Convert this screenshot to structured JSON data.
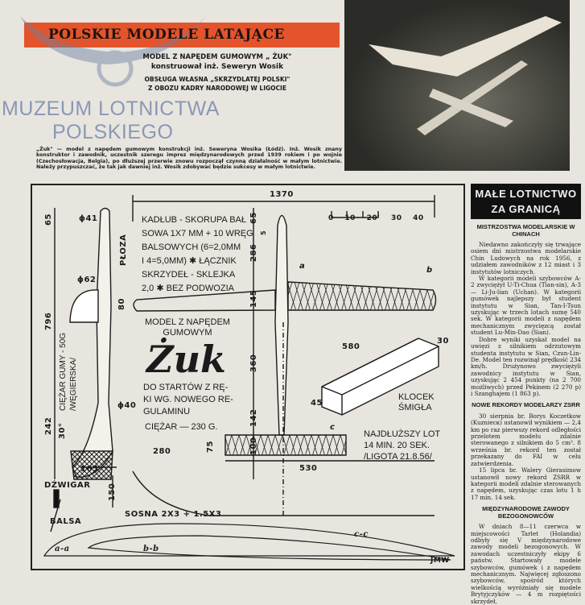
{
  "header": {
    "section_title": "POLSKIE MODELE LATAJĄCE",
    "subtitle_1": "MODEL Z NAPĘDEM GUMOWYM „ ŻUK\"",
    "subtitle_2": "konstruował inż. Seweryn Wosik",
    "subtitle_3": "OBSŁUGA WŁASNA „SKRZYDLATEJ POLSKI\"",
    "subtitle_4": "Z OBOZU KADRY NARODOWEJ W LIGOCIE"
  },
  "watermark": {
    "line1": "MUZEUM LOTNICTWA",
    "line2": "POLSKIEGO"
  },
  "intro": "„Żuk\" — model z napędem gumowym konstrukcji inż. Seweryna Wosika (Łódź). Inż. Wosik znany konstruktor i zawodnik, uczestnik szeregu imprez międzynarodowych przed 1939 rokiem i po wojnie (Czechosłowacja, Belgia), po dłuższej przerwie znowu rozpoczął czynną działalność w małym lotnictwie. Należy przypuszczać, że tak jak dawniej inż. Wosik zdobywać będzie sukcesy w małym lotnictwie.",
  "drawing": {
    "dim_span": "1370",
    "dim_65a": "65",
    "dim_796": "796",
    "dim_242": "242",
    "angle": "30°",
    "d41": "ϕ41",
    "d62": "ϕ62",
    "d40": "ϕ40",
    "d80": "80",
    "skid": "PŁOZA",
    "rubber": "CIĘŻAR GUMY - 50G\n/WĘGIERSKA/",
    "dim_65b": "65",
    "dim_5": "5",
    "dim_286": "286",
    "dim_145": "145",
    "dim_360": "360",
    "dim_142": "142",
    "dim_100": "100",
    "dim_75": "75",
    "dim_280": "280",
    "dim_530": "530",
    "dim_580": "580",
    "dim_30": "30",
    "dim_45": "45",
    "dim_165": "165",
    "dim_150": "150",
    "scale": [
      "0",
      "10",
      "20'",
      "30",
      "40"
    ],
    "construction_note": "KADŁUB - SKORUPA BAŁ\nSOWA 1X7 MM + 10 WRĘG\nBALSOWYCH (6=2,0MM\nI 4=5,0MM) ✱ ŁĄCZNIK\nSKRZYDEŁ - SKLEJKA\n2,0 ✱ BEZ PODWOZIA",
    "model_title": "MODEL Z NAPĘDEM\nGUMOWYM",
    "model_name": "Żuk",
    "model_purpose": "DO STARTÓW Z RĘ-\nKI WG. NOWEGO RE-\nGULAMINU",
    "weight": "CIĘŻAR — 230 G.",
    "prop_block": "KLOCEK\nŚMIGŁA",
    "record": "NAJDŁUŻSZY LOT\n14 MIN. 20 SEK.\n/LIGOTA 21.8.56/",
    "spar": "DŹWIGAR",
    "balsa": "BALSA",
    "pine": "SOSNA 2X3 + 1.5X3",
    "sec_a": "a-a",
    "sec_b": "b-b",
    "sec_c": "c-c",
    "mark_a": "a",
    "mark_b": "b",
    "mark_c": "c",
    "signature": "JMW"
  },
  "column": {
    "header": "MAŁE LOTNICTWO\nZA GRANICĄ",
    "sections": [
      {
        "title": "MISTRZOSTWA MODELARSKIE W CHINACH",
        "paragraphs": [
          "Niedawno zakończyły się trwające osiem dni mistrzostwa modelarskie Chin Ludowych na rok 1956, z udziałem zawodników z 12 miast i 3 instytutów lotniczych.",
          "W kategorii modeli szybowców A-2 zwyciężył U-Ti-Chua (Tian-sin), A-3 — Li-Ju-lian (Uchan). W kategorii gumówek najlepszy był student instytutu w Sian, Tan-I-Tsun uzyskując w trzech lotach sumę 540 sek. W kategorii modeli z napędem mechanicznym zwycięzcą został student Lu-Min-Dao (Sian).",
          "Dobre wyniki uzyskał model na uwięzi z silnikiem odrzutowym studenta instytutu w Sian, Czun-Lin-De. Model ten rozwinął prędkość 234 km/h. Drużynowo zwyciężyli zawodnicy instytutu w Sian, uzyskując 2 454 punkty (na 2 700 możliwych) przed Pekinem (2 270 p) i Szanghajem (1 863 p)."
        ]
      },
      {
        "title": "NOWE REKORDY MODELARZY ZSRR",
        "paragraphs": [
          "30 sierpnia br. Borys Koczetkow (Kuzniecк) ustanowił wynikiem — 2,4 km po raz pierwszy rekord odległości przelotem modelu zdalnie sterowanego z silnikiem do 5 cm³. 8 września br. rekord ten został przekazany do FAI w celu zatwierdzenia.",
          "15 lipca br. Walery Gierasimow ustanowił nowy rekord ZSRR w kategorii modeli zdalnie sterowanych z napędem, uzyskując czas lotu 1 h 17 min. 14 sek."
        ]
      },
      {
        "title": "MIĘDZYNARODOWE ZAWODY BEZOGONOWCÓW",
        "paragraphs": [
          "W dniach 8—11 czerwca w miejscowości Tarlet (Holandia) odbyły się V międzynarodowe zawody modeli bezogonowych. W zawodach uczestniczyły ekipy 6 państw. Startowały modele szybowców, gumówek i z napędem mechanicznym. Najwięcej zgłoszono szybowców, spośród których wielkością wyróżniały się modele Brytyjczyków — 4 m rozpiętości skrzydeł,"
        ]
      }
    ]
  }
}
